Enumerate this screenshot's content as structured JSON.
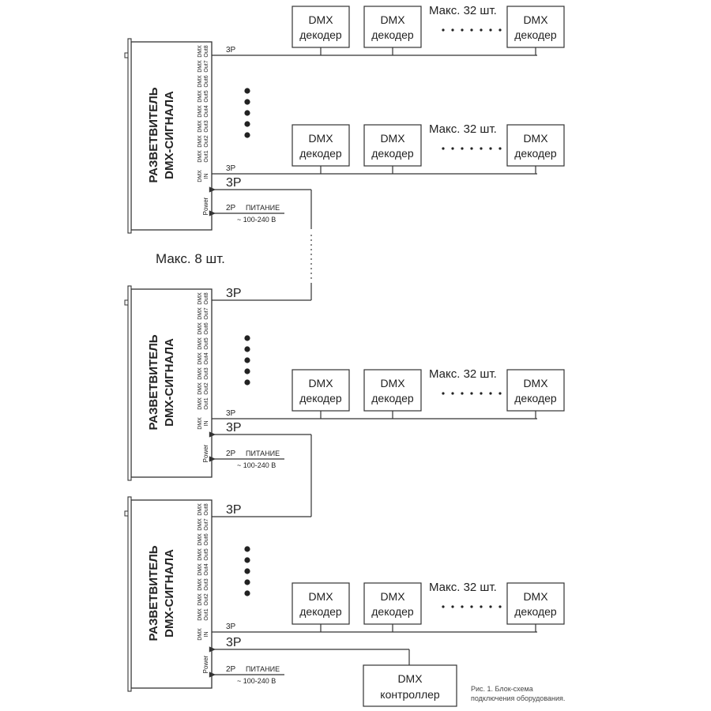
{
  "splitter": {
    "title_line1": "РАЗВЕТВИТЕЛЬ",
    "title_line2": "DMX-СИГНАЛА",
    "out_labels": [
      "DMX Out1",
      "DMX Out2",
      "DMX Out3",
      "DMX Out4",
      "DMX Out5",
      "DMX Out6",
      "DMX Out7",
      "DMX Out8"
    ],
    "in_label": "DMX IN",
    "power_label": "Power"
  },
  "wire": {
    "three_pin": "3P",
    "two_pin": "2P",
    "power_text": "ПИТАНИЕ",
    "voltage": "~ 100-240 В"
  },
  "decoder": {
    "line1": "DMX",
    "line2": "декодер"
  },
  "max_decoders": "Макс. 32 шт.",
  "max_splitters": "Макс. 8 шт.",
  "controller": {
    "line1": "DMX",
    "line2": "контроллер"
  },
  "caption": {
    "line1": "Рис. 1. Блок-схема",
    "line2": "подключения оборудования."
  }
}
